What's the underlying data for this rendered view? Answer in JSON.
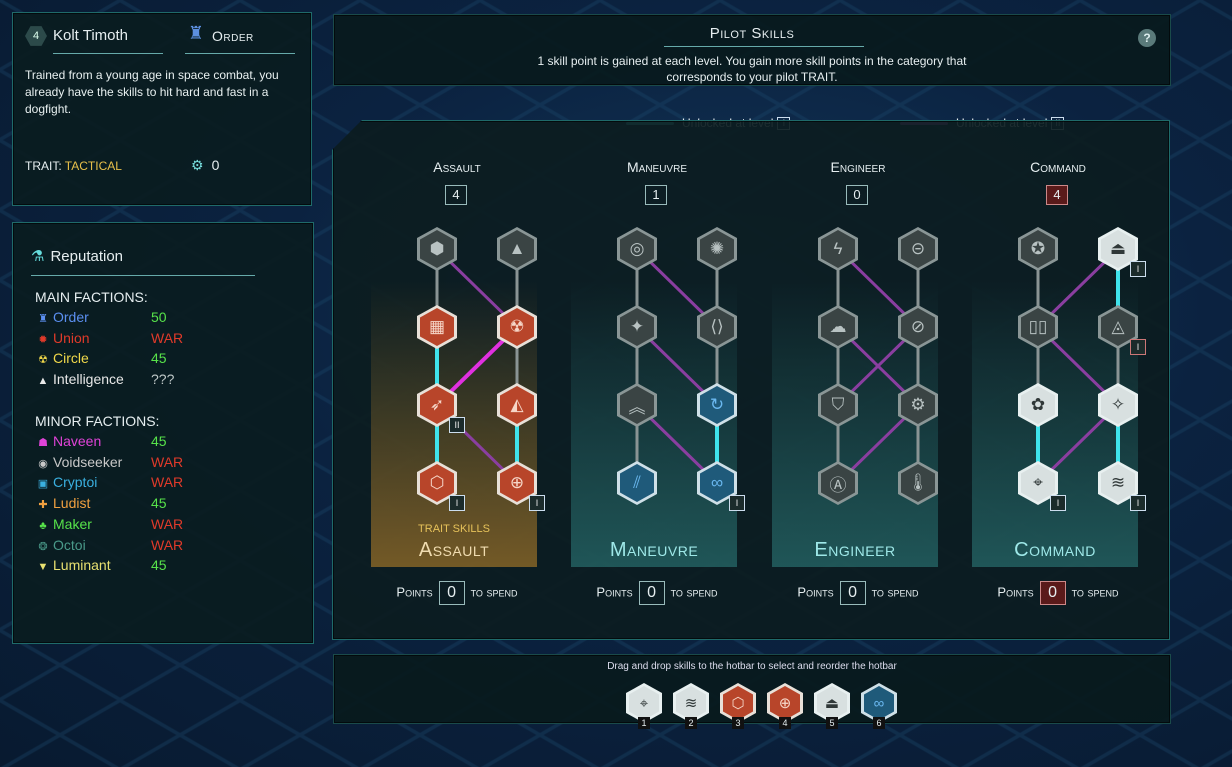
{
  "pilot": {
    "level": "4",
    "name": "Kolt Timoth",
    "faction": "Order",
    "faction_icon": "order-icon",
    "description": "Trained from a young age in space combat, you already have the skills to hit hard and fast in a dogfight.",
    "trait_label": "TRAIT:",
    "trait_value": "TACTICAL",
    "trait_points": "0"
  },
  "reputation": {
    "title": "Reputation",
    "main_header": "MAIN FACTIONS:",
    "main": [
      {
        "name": "Order",
        "status": "50",
        "name_color": "#5b8ff0",
        "status_color": "#57e24a",
        "icon": "order-icon"
      },
      {
        "name": "Union",
        "status": "WAR",
        "name_color": "#e03a2a",
        "status_color": "#e03a2a",
        "icon": "union-icon"
      },
      {
        "name": "Circle",
        "status": "45",
        "name_color": "#f0d84a",
        "status_color": "#57e24a",
        "icon": "circle-icon"
      },
      {
        "name": "Intelligence",
        "status": "???",
        "name_color": "#e8e8e8",
        "status_color": "#bfc8c8",
        "icon": "intelligence-icon"
      }
    ],
    "minor_header": "MINOR FACTIONS:",
    "minor": [
      {
        "name": "Naveen",
        "status": "45",
        "name_color": "#e043d8",
        "status_color": "#57e24a",
        "icon": "naveen-icon"
      },
      {
        "name": "Voidseeker",
        "status": "WAR",
        "name_color": "#c8c8c8",
        "status_color": "#e03a2a",
        "icon": "voidseeker-icon"
      },
      {
        "name": "Cryptoi",
        "status": "WAR",
        "name_color": "#3ab0e0",
        "status_color": "#e03a2a",
        "icon": "cryptoi-icon"
      },
      {
        "name": "Ludist",
        "status": "45",
        "name_color": "#f0a040",
        "status_color": "#57e24a",
        "icon": "ludist-icon"
      },
      {
        "name": "Maker",
        "status": "WAR",
        "name_color": "#57e24a",
        "status_color": "#e03a2a",
        "icon": "maker-icon"
      },
      {
        "name": "Octoi",
        "status": "WAR",
        "name_color": "#4a9a8a",
        "status_color": "#e03a2a",
        "icon": "octoi-icon"
      },
      {
        "name": "Luminant",
        "status": "45",
        "name_color": "#e8e070",
        "status_color": "#57e24a",
        "icon": "luminant-icon"
      }
    ]
  },
  "header": {
    "title": "Pilot Skills",
    "description": "1 skill point is gained at each level. You gain more skill points in the category that corresponds to your pilot TRAIT.",
    "help": "?"
  },
  "legend": {
    "level1_label": "Unlocked at level",
    "level1_badge": "I",
    "level1_color": "#4fd6da",
    "level2_label": "Unlocked at level",
    "level2_badge": "II",
    "level2_color": "#b860c8"
  },
  "columns": [
    {
      "name": "Assault",
      "points": "4",
      "trait": true,
      "trait_label": "TRAIT SKILLS",
      "big_label": "Assault",
      "spend": "0",
      "points_red": false,
      "spend_red": false,
      "nodes": [
        {
          "icon": "assault-shield-icon",
          "state": "locked",
          "tier": ""
        },
        {
          "icon": "triangle-target-icon",
          "state": "locked",
          "tier": ""
        },
        {
          "icon": "armor-plates-icon",
          "state": "active",
          "tier": ""
        },
        {
          "icon": "trinity-icon",
          "state": "active",
          "tier": ""
        },
        {
          "icon": "rocket-icon",
          "state": "active",
          "tier": "II"
        },
        {
          "icon": "pyramid-icon",
          "state": "active",
          "tier": ""
        },
        {
          "icon": "hex-core-icon",
          "state": "active",
          "tier": "I"
        },
        {
          "icon": "crosshair-icon",
          "state": "active",
          "tier": "I"
        }
      ]
    },
    {
      "name": "Maneuvre",
      "points": "1",
      "trait": false,
      "trait_label": "",
      "big_label": "Maneuvre",
      "spend": "0",
      "points_red": false,
      "spend_red": false,
      "nodes": [
        {
          "icon": "orb-icon",
          "state": "locked",
          "tier": ""
        },
        {
          "icon": "burst-icon",
          "state": "locked",
          "tier": ""
        },
        {
          "icon": "compass-icon",
          "state": "locked",
          "tier": ""
        },
        {
          "icon": "chevrons-icon",
          "state": "locked",
          "tier": ""
        },
        {
          "icon": "stacked-chevrons-icon",
          "state": "locked",
          "tier": ""
        },
        {
          "icon": "swirl-icon",
          "state": "blue",
          "tier": ""
        },
        {
          "icon": "dash-icon",
          "state": "blue",
          "tier": ""
        },
        {
          "icon": "links-icon",
          "state": "blue",
          "tier": "I"
        }
      ]
    },
    {
      "name": "Engineer",
      "points": "0",
      "trait": false,
      "trait_label": "",
      "big_label": "Engineer",
      "spend": "0",
      "points_red": false,
      "spend_red": false,
      "nodes": [
        {
          "icon": "lightning-icon",
          "state": "locked",
          "tier": ""
        },
        {
          "icon": "capsule-icon",
          "state": "locked",
          "tier": ""
        },
        {
          "icon": "cloud-icon",
          "state": "locked",
          "tier": ""
        },
        {
          "icon": "link-icon",
          "state": "locked",
          "tier": ""
        },
        {
          "icon": "shield-icon",
          "state": "locked",
          "tier": ""
        },
        {
          "icon": "gear-icon",
          "state": "locked",
          "tier": ""
        },
        {
          "icon": "compass-a-icon",
          "state": "locked",
          "tier": ""
        },
        {
          "icon": "thermometer-icon",
          "state": "locked",
          "tier": ""
        }
      ]
    },
    {
      "name": "Command",
      "points": "4",
      "trait": false,
      "trait_label": "",
      "big_label": "Command",
      "spend": "0",
      "points_red": true,
      "spend_red": true,
      "nodes": [
        {
          "icon": "star-icon",
          "state": "locked",
          "tier": ""
        },
        {
          "icon": "ship-icon",
          "state": "white",
          "tier": "I"
        },
        {
          "icon": "pods-icon",
          "state": "locked",
          "tier": ""
        },
        {
          "icon": "triangle-orb-icon",
          "state": "locked",
          "tier": "I"
        },
        {
          "icon": "brain-icon",
          "state": "white",
          "tier": ""
        },
        {
          "icon": "sparkle-icon",
          "state": "white",
          "tier": ""
        },
        {
          "icon": "bone-icon",
          "state": "white",
          "tier": "I"
        },
        {
          "icon": "flame-icon",
          "state": "white",
          "tier": "I"
        }
      ]
    }
  ],
  "spend_labels": {
    "points": "Points",
    "to_spend": "to spend"
  },
  "hotbar": {
    "description": "Drag and drop skills to the hotbar to select and reorder the hotbar",
    "slots": [
      {
        "num": "1",
        "icon": "bone-icon",
        "state": "white"
      },
      {
        "num": "2",
        "icon": "flame-icon",
        "state": "white"
      },
      {
        "num": "3",
        "icon": "hex-core-icon",
        "state": "active"
      },
      {
        "num": "4",
        "icon": "crosshair-icon",
        "state": "active"
      },
      {
        "num": "5",
        "icon": "ship-icon",
        "state": "white"
      },
      {
        "num": "6",
        "icon": "links-icon",
        "state": "blue"
      }
    ]
  }
}
